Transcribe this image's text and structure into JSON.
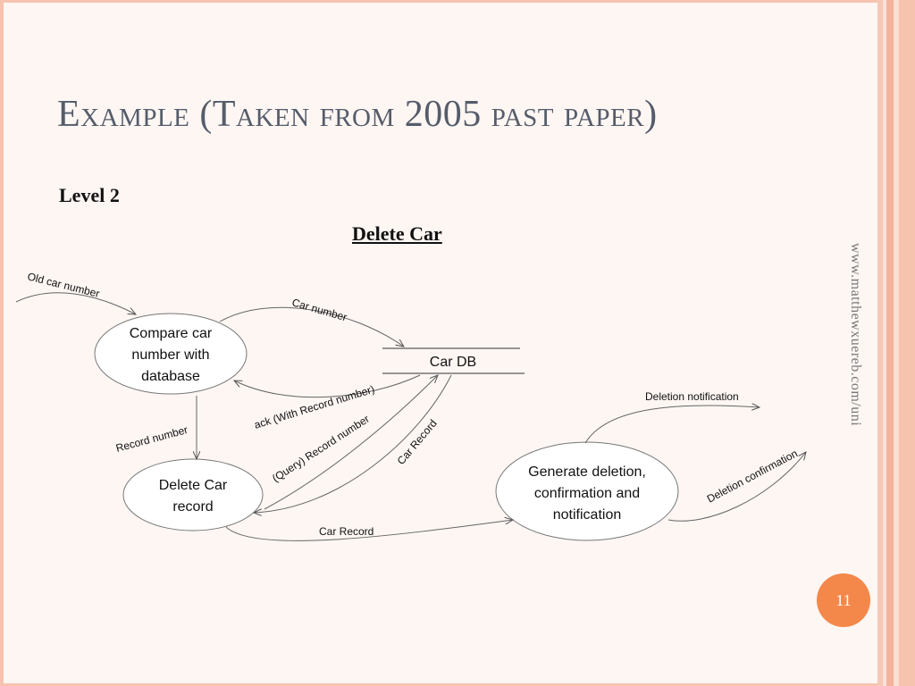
{
  "slide": {
    "title": "Example (Taken from 2005 past paper)",
    "subtitle": "Level 2",
    "diagram_title": "Delete Car",
    "watermark": "www.matthewxuereb.com/uni",
    "page_number": "11"
  },
  "processes": {
    "compare": {
      "line1": "Compare car",
      "line2": "number with",
      "line3": "database"
    },
    "delete": {
      "line1": "Delete Car",
      "line2": "record"
    },
    "generate": {
      "line1": "Generate deletion,",
      "line2": "confirmation and",
      "line3": "notification"
    }
  },
  "data_store": {
    "label": "Car DB"
  },
  "flows": {
    "old_car_number": "Old car number",
    "car_number": "Car number",
    "ack": "ack (With Record number)",
    "query": "(Query) Record number",
    "car_record_db": "Car Record",
    "record_number": "Record number",
    "car_record_bottom": "Car Record",
    "deletion_notification": "Deletion notification",
    "deletion_confirmation": "Deletion confirmation"
  },
  "colors": {
    "accent": "#f4884a",
    "stripe": "#f6c3af",
    "title": "#555c6a"
  }
}
